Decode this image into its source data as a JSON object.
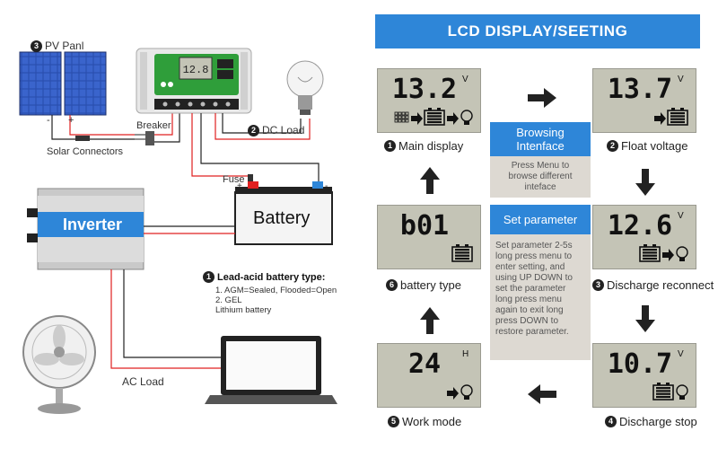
{
  "wiring": {
    "pv_panel": {
      "num": "3",
      "label": "PV Panl"
    },
    "breaker": "Breaker",
    "solar_connectors": "Solar Connectors",
    "dc_load": {
      "num": "2",
      "label": "DC Load"
    },
    "fuse": "Fuse",
    "battery": "Battery",
    "inverter": "Inverter",
    "ac_load": "AC Load",
    "battery_type_note": {
      "num": "1",
      "title": "Lead-acid battery type:",
      "lines": [
        "1. AGM=Sealed, Flooded=Open",
        "2. GEL",
        "Lithium battery"
      ]
    },
    "panel_plus": "+",
    "panel_minus": "-",
    "bat_plus": "+",
    "bat_minus": "-"
  },
  "lcd_panel": {
    "title": "LCD DISPLAY/SEETING",
    "screens": [
      {
        "id": "main",
        "num": "1",
        "caption": "Main display",
        "value": "13.2",
        "unit": "V",
        "icons": [
          "solar-panel",
          "arrow",
          "battery",
          "arrow",
          "bulb"
        ]
      },
      {
        "id": "float",
        "num": "2",
        "caption": "Float voltage",
        "value": "13.7",
        "unit": "V",
        "icons": [
          "arrow",
          "battery"
        ]
      },
      {
        "id": "reconnect",
        "num": "3",
        "caption": "Discharge reconnect",
        "value": "12.6",
        "unit": "V",
        "icons": [
          "battery",
          "arrow",
          "bulb"
        ]
      },
      {
        "id": "stop",
        "num": "4",
        "caption": "Discharge stop",
        "value": "10.7",
        "unit": "V",
        "icons": [
          "battery",
          "bulb"
        ]
      },
      {
        "id": "work",
        "num": "5",
        "caption": "Work mode",
        "value": "24",
        "unit": "H",
        "icons": [
          "arrow",
          "bulb"
        ]
      },
      {
        "id": "type",
        "num": "6",
        "caption": "battery type",
        "value": "b01",
        "unit": "",
        "icons": [
          "battery"
        ]
      }
    ],
    "browsing": {
      "title": "Browsing Intenface",
      "text": "Press Menu to browse different inteface"
    },
    "set_parameter": {
      "title": "Set parameter",
      "text": "Set parameter 2-5s long press menu to enter setting, and using UP DOWN to set the parameter long press menu again to exit long press DOWN to restore parameter."
    }
  },
  "colors": {
    "accent": "#2e86d8",
    "lcd_bg": "#c4c4b6",
    "wire_red": "#e02020",
    "wire_black": "#222222",
    "panel_blue": "#2a4fb0",
    "controller_green": "#2f9e3a"
  }
}
